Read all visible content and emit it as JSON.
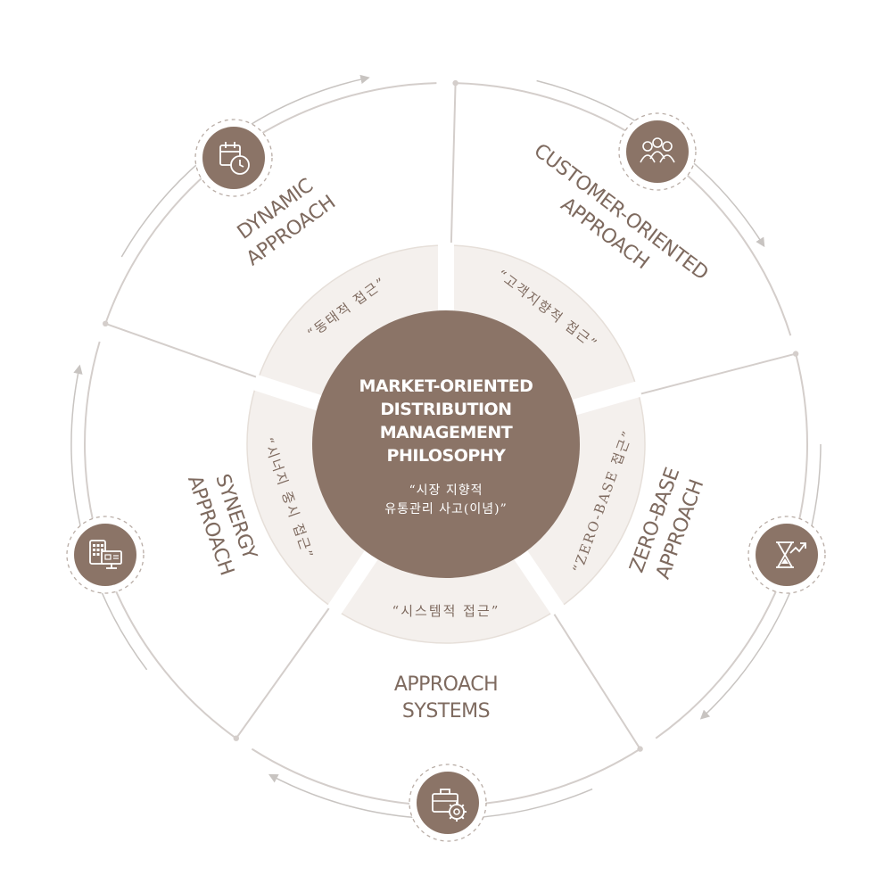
{
  "center": {
    "title_lines": [
      "MARKET-ORIENTED",
      "DISTRIBUTION",
      "MANAGEMENT",
      "PHILOSOPHY"
    ],
    "subtitle_lines": [
      "“시장 지향적",
      "유통관리 사고(이념)”"
    ]
  },
  "segments": [
    {
      "id": "dynamic",
      "title_lines": [
        "DYNAMIC",
        "APPROACH"
      ],
      "korean": "“동태적 접근”",
      "icon": "calendar-clock-icon"
    },
    {
      "id": "customer-oriented",
      "title_lines": [
        "CUSTOMER-ORIENTED",
        "APPROACH"
      ],
      "korean": "“고객지향적 접근”",
      "icon": "people-group-icon"
    },
    {
      "id": "zero-base",
      "title_lines": [
        "ZERO-BASE",
        "APPROACH"
      ],
      "korean": "“ZERO-BASE 접근”",
      "icon": "hourglass-trend-icon"
    },
    {
      "id": "systems",
      "title_lines": [
        "SYSTEMS",
        "APPROACH"
      ],
      "korean": "“시스템적 접근”",
      "icon": "briefcase-gear-icon"
    },
    {
      "id": "synergy",
      "title_lines": [
        "SYNERGY",
        "APPROACH"
      ],
      "korean": "“시너지 중시 접근”",
      "icon": "calculator-screen-icon"
    }
  ],
  "colors": {
    "center_fill": "#8B7467",
    "inner_ring": "#F4F0ED",
    "inner_ring_stroke": "#E6DFD9",
    "line": "#D4CECB",
    "icon_fill": "#8B7467",
    "text": "#7E6A5F",
    "arrow": "#C8C4C1"
  }
}
